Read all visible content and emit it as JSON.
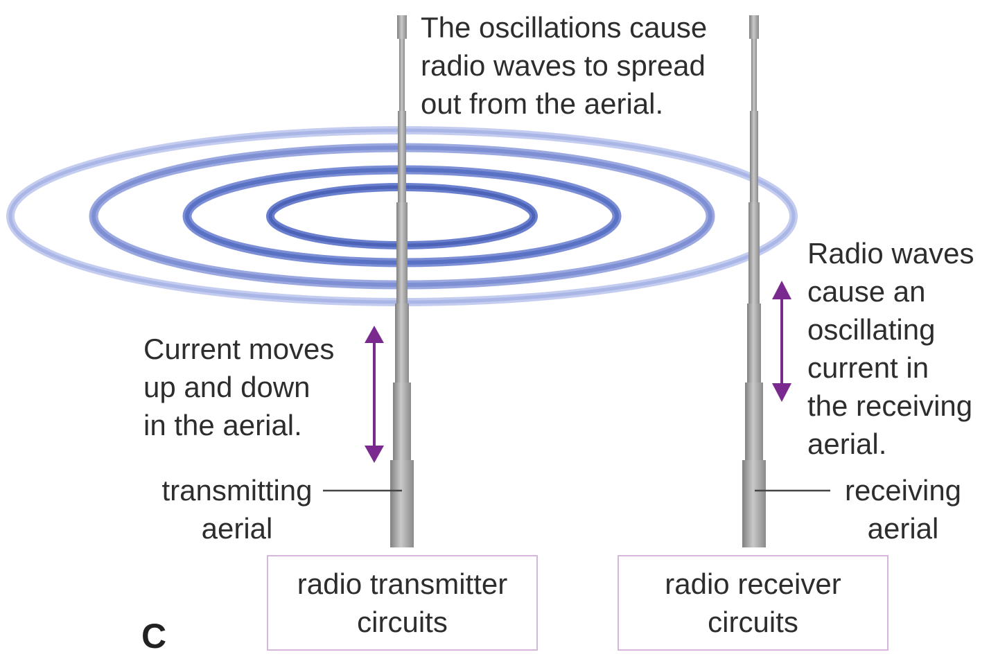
{
  "labels": {
    "oscillations": [
      "The oscillations cause",
      "radio waves to spread",
      "out from the aerial."
    ],
    "current_moves": [
      "Current moves",
      "up and down",
      "in the aerial."
    ],
    "radio_waves_cause": [
      "Radio waves",
      "cause an",
      "oscillating",
      "current in",
      "the receiving",
      "aerial."
    ],
    "transmitting_aerial": [
      "transmitting",
      "aerial"
    ],
    "receiving_aerial": [
      "receiving",
      "aerial"
    ]
  },
  "boxes": {
    "transmitter": [
      "radio transmitter",
      "circuits"
    ],
    "receiver": [
      "radio receiver",
      "circuits"
    ]
  },
  "figure_letter": "C",
  "colors": {
    "wave_dark": "#5a72c4",
    "wave_light": "#b8c2ec",
    "arrow": "#7a2a8e",
    "aerial": "#8e8e8e",
    "box_border": "#d7b6de",
    "text": "#2d2d2d"
  }
}
